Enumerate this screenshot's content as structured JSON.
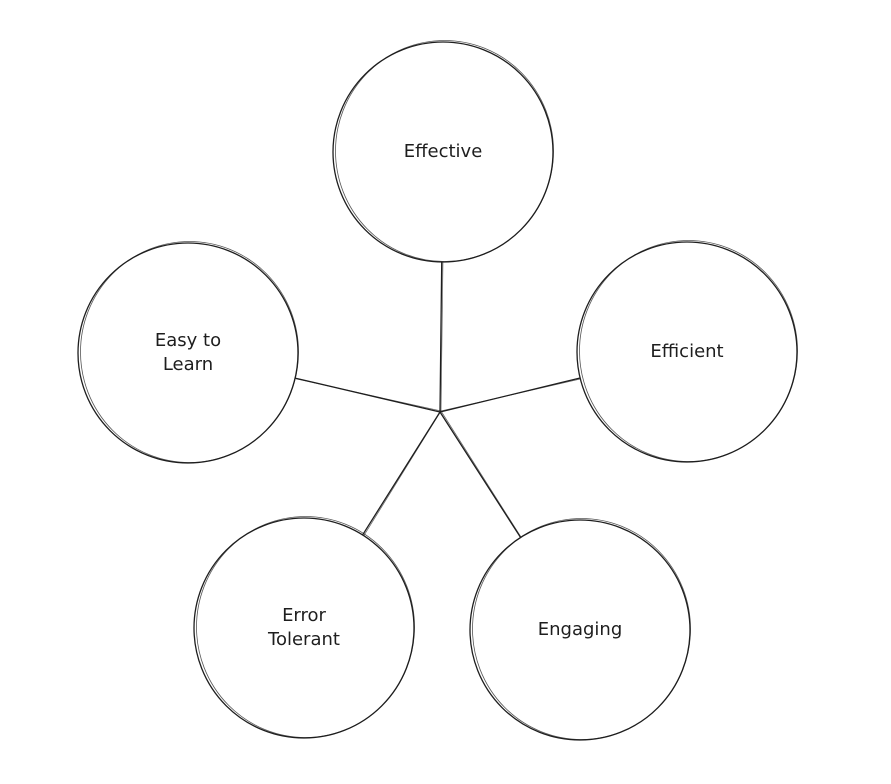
{
  "diagram": {
    "stroke_color": "#1e1e1e",
    "background_color": "#ffffff",
    "nodes": [
      {
        "id": "effective",
        "lines": [
          "Effective"
        ]
      },
      {
        "id": "efficient",
        "lines": [
          "Efficient"
        ]
      },
      {
        "id": "engaging",
        "lines": [
          "Engaging"
        ]
      },
      {
        "id": "error-tolerant",
        "lines": [
          "Error",
          "Tolerant"
        ]
      },
      {
        "id": "easy-to-learn",
        "lines": [
          "Easy to",
          "Learn"
        ]
      }
    ],
    "edges": [
      {
        "from": "hub",
        "to": "effective"
      },
      {
        "from": "hub",
        "to": "efficient"
      },
      {
        "from": "hub",
        "to": "engaging"
      },
      {
        "from": "hub",
        "to": "error-tolerant"
      },
      {
        "from": "hub",
        "to": "easy-to-learn"
      }
    ]
  }
}
